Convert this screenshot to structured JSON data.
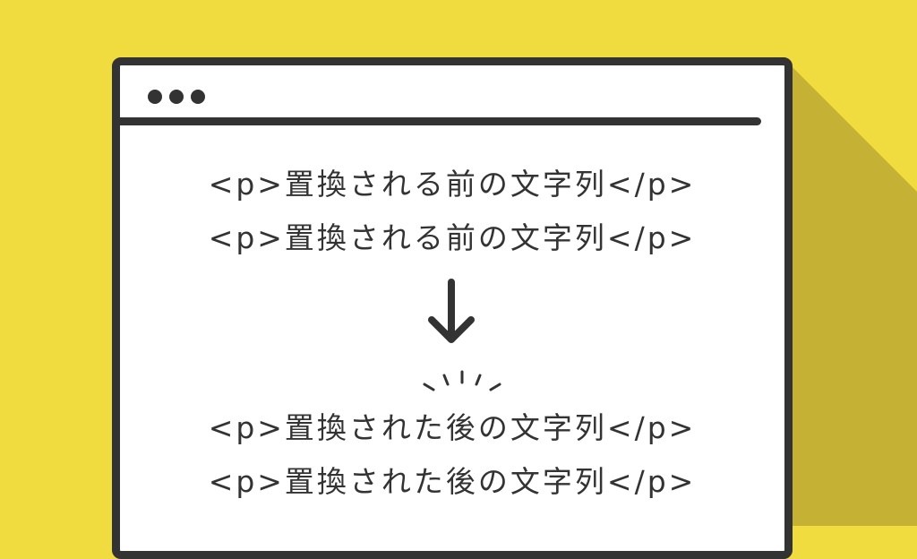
{
  "window": {
    "lines_before": [
      "<p>置換される前の文字列</p>",
      "<p>置換される前の文字列</p>"
    ],
    "lines_after": [
      "<p>置換された後の文字列</p>",
      "<p>置換された後の文字列</p>"
    ]
  },
  "icons": {
    "window_controls": "three-dots-icon",
    "transition": "arrow-down-icon",
    "emphasis": "sparkle-lines-icon"
  },
  "colors": {
    "background": "#f0dc3f",
    "shadow": "#c5b133",
    "ink": "#333333",
    "window": "#ffffff"
  }
}
